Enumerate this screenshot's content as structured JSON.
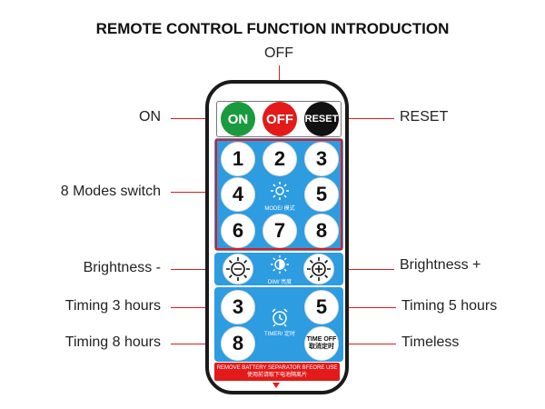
{
  "title": "REMOTE CONTROL FUNCTION INTRODUCTION",
  "callouts": {
    "off": "OFF",
    "on": "ON",
    "reset": "RESET",
    "modes": "8 Modes switch",
    "brightness_minus": "Brightness -",
    "brightness_plus": "Brightness +",
    "timing3": "Timing 3 hours",
    "timing5": "Timing 5 hours",
    "timing8": "Timing 8 hours",
    "timeless": "Timeless"
  },
  "remote": {
    "top_buttons": [
      {
        "label": "ON",
        "color": "#1a9a3e"
      },
      {
        "label": "OFF",
        "color": "#e21a1a"
      },
      {
        "label": "RESET",
        "color": "#111111"
      }
    ],
    "mode_buttons": [
      "1",
      "2",
      "3",
      "4",
      "5",
      "6",
      "7",
      "8"
    ],
    "mode_label": "MODE/ 模式",
    "dim_label": "DIM/ 亮度",
    "timer_buttons": [
      "3",
      "5",
      "8"
    ],
    "timer_label": "TIMER/ 定时",
    "time_off_line1": "TIME OFF",
    "time_off_line2": "取消定时",
    "battery_line1": "REMOVE BATTERY SEPARATOR BFEORE USE",
    "battery_line2": "使用前请取下电池隔离片"
  },
  "colors": {
    "accent_blue": "#2d9ce0",
    "callout_red": "#e21a1a"
  }
}
